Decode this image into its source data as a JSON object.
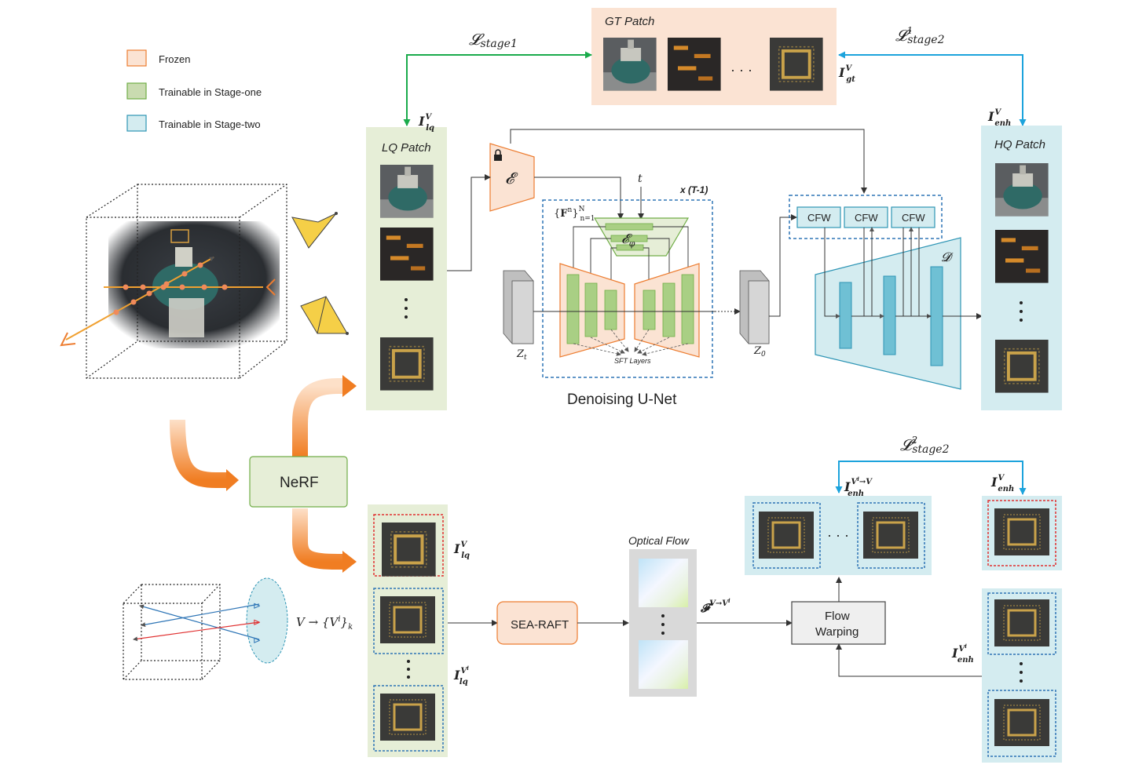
{
  "legend": {
    "frozen": "Frozen",
    "stage_one": "Trainable in Stage-one",
    "stage_two": "Trainable in Stage-two"
  },
  "colors": {
    "frozen_fill": "#fbe3d3",
    "frozen_border": "#ed7d31",
    "stage_one_fill": "#e6eed7",
    "stage_one_border": "#70ad47",
    "stage_two_fill": "#d4ecf0",
    "stage_two_border": "#2e95b5",
    "green_arrow": "#1aab4b",
    "blue_arrow": "#1ca3dc",
    "dash_blue": "#2e75b6",
    "dash_red": "#e03030"
  },
  "labels": {
    "gt_patch": "GT Patch",
    "lq_patch": "LQ Patch",
    "hq_patch": "HQ Patch",
    "loss_stage1": "𝓛stage1",
    "loss_stage2_1": "𝓛¹stage2",
    "loss_stage2_2": "𝓛²stage2",
    "i_gt": "I_gt^V",
    "i_lq": "I_lq^V",
    "i_enh": "I_enh^V",
    "encoder": "𝓔",
    "t": "t",
    "xT": "x (T-1)",
    "fn": "{Fⁿ}ₙ₌₁ᴺ",
    "e_phi": "𝓔φ",
    "sft": "SFT Layers",
    "zt": "Zt",
    "z0": "Z0",
    "cfw": "CFW",
    "decoder": "𝓓",
    "unet_title": "Denoising U-Net",
    "nerf": "NeRF",
    "v_map": "V → {Vⁱ}k",
    "sea_raft": "SEA-RAFT",
    "optical_flow": "Optical Flow",
    "flow_field": "𝓕 V→Vⁱ",
    "flow_warping_1": "Flow",
    "flow_warping_2": "Warping",
    "i_lq_v": "I_lq^V",
    "i_lq_vi": "I_lq^(Vⁱ)",
    "i_enh_warp": "I_enh^(Vⁱ→V)",
    "i_enh_v": "I_enh^V",
    "i_enh_vi": "I_enh^(Vⁱ)",
    "ellipsis_h": "· · ·",
    "ellipsis_v": "·"
  }
}
